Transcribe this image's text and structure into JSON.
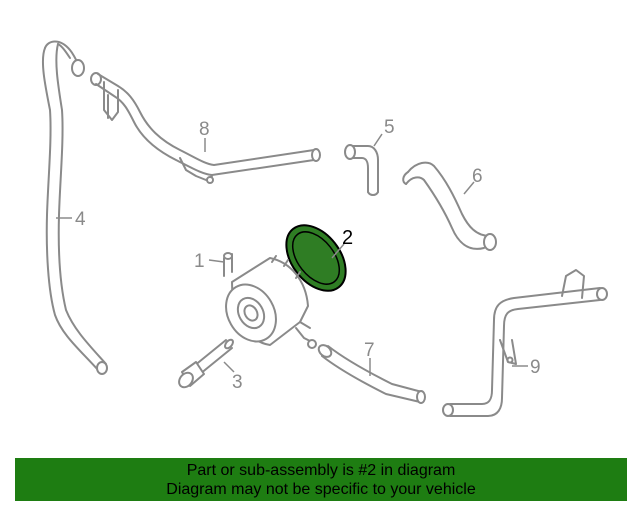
{
  "callouts": {
    "c1": "1",
    "c2": "2",
    "c3": "3",
    "c4": "4",
    "c5": "5",
    "c6": "6",
    "c7": "7",
    "c8": "8",
    "c9": "9"
  },
  "highlight_color": "#2f7d24",
  "banner": {
    "line1": "Part or sub-assembly is #2 in diagram",
    "line2": "Diagram may not be specific to your vehicle",
    "background": "#1e7d12"
  }
}
